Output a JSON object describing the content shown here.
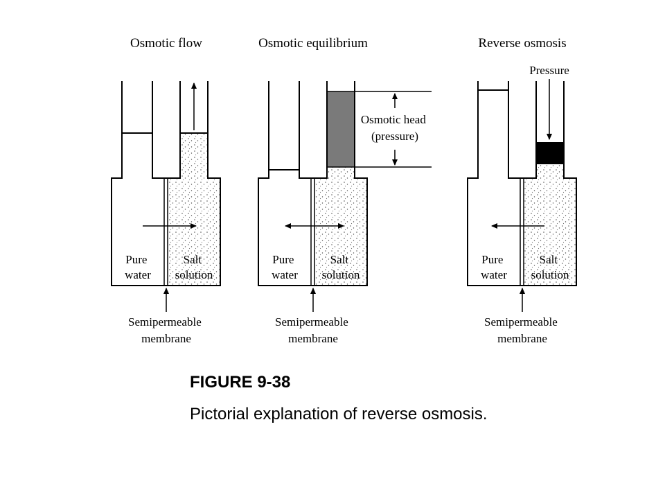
{
  "panels": [
    {
      "title": "Osmotic flow",
      "left_label": [
        "Pure",
        "water"
      ],
      "right_label": [
        "Salt",
        "solution"
      ],
      "membrane_label": [
        "Semipermeable",
        "membrane"
      ]
    },
    {
      "title": "Osmotic equilibrium",
      "left_label": [
        "Pure",
        "water"
      ],
      "right_label": [
        "Salt",
        "solution"
      ],
      "membrane_label": [
        "Semipermeable",
        "membrane"
      ],
      "head_label": [
        "Osmotic head",
        "(pressure)"
      ]
    },
    {
      "title": "Reverse osmosis",
      "left_label": [
        "Pure",
        "water"
      ],
      "right_label": [
        "Salt",
        "solution"
      ],
      "membrane_label": [
        "Semipermeable",
        "membrane"
      ],
      "pressure_label": "Pressure"
    }
  ],
  "caption": {
    "figure_number": "FIGURE 9-38",
    "text": "Pictorial explanation of reverse osmosis."
  },
  "colors": {
    "ink": "#000000",
    "osmotic_head_fill": "#7a7a7a",
    "piston_fill": "#000000",
    "salt_dots": "#555555"
  }
}
